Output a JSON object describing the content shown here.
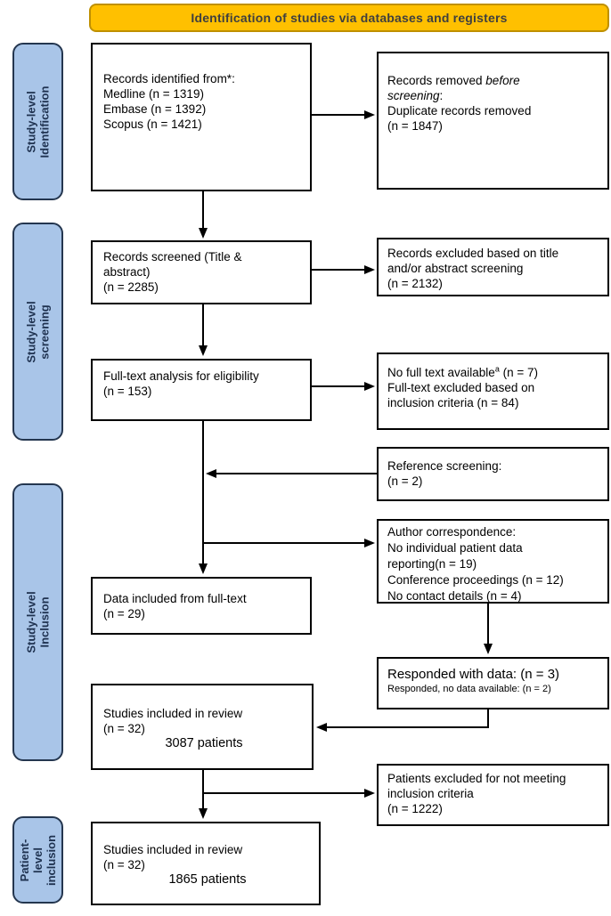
{
  "banner": {
    "label": "Identification of studies via databases and registers"
  },
  "sidebar": {
    "items": [
      {
        "lines": [
          "Study-level",
          "Identification"
        ]
      },
      {
        "lines": [
          "Study-level",
          "screening"
        ]
      },
      {
        "lines": [
          "Study-level",
          "Inclusion"
        ]
      },
      {
        "lines": [
          "Patient-",
          "level",
          "inclusion"
        ]
      }
    ]
  },
  "boxes": {
    "records_identified": {
      "lines": [
        "Records identified from*:",
        "Medline (n = 1319)",
        "Embase (n = 1392)",
        "Scopus (n = 1421)"
      ]
    },
    "records_removed": {
      "line1_pre": "Records removed ",
      "line1_italic": "before",
      "line2_italic": "screening",
      "line2_suffix": ":",
      "lines": [
        "Duplicate records removed",
        "(n = 1847)"
      ]
    },
    "records_screened": {
      "lines": [
        "Records screened (Title &",
        "abstract)",
        "(n = 2285)"
      ]
    },
    "records_excluded": {
      "lines": [
        "Records excluded based on title",
        "and/or abstract screening",
        "(n = 2132)"
      ]
    },
    "fulltext_analysis": {
      "lines": [
        "Full-text analysis for eligibility",
        "(n = 153)"
      ]
    },
    "no_fulltext": {
      "line1_pre": "No full text available",
      "line1_sup": "a",
      "line1_post": " (n = 7)",
      "lines": [
        "Full-text excluded based on",
        "inclusion criteria (n = 84)"
      ]
    },
    "reference_screening": {
      "lines": [
        "Reference screening:",
        "(n = 2)"
      ]
    },
    "author_correspondence": {
      "lines": [
        "Author correspondence:",
        "No individual patient data",
        "reporting(n = 19)",
        "Conference proceedings (n = 12)",
        "No contact details (n = 4)"
      ]
    },
    "data_included": {
      "lines": [
        "Data included from full-text",
        "(n = 29)"
      ]
    },
    "responded": {
      "main": "Responded with data: (n = 3)",
      "small": "Responded, no data available: (n = 2)"
    },
    "studies_included_review": {
      "lines": [
        "Studies included in review",
        "(n = 32)"
      ],
      "patients": "3087 patients"
    },
    "patients_excluded": {
      "lines": [
        "Patients excluded for not meeting",
        "inclusion criteria",
        "(n = 1222)"
      ]
    },
    "studies_included_final": {
      "lines": [
        "Studies included in review",
        "(n = 32)"
      ],
      "patients": "1865 patients"
    }
  },
  "colors": {
    "banner_bg": "#FFC000",
    "banner_border": "#BF9000",
    "sidebar_bg": "#A9C5E8",
    "sidebar_border": "#24364F",
    "box_border": "#000000",
    "arrow": "#000000"
  }
}
